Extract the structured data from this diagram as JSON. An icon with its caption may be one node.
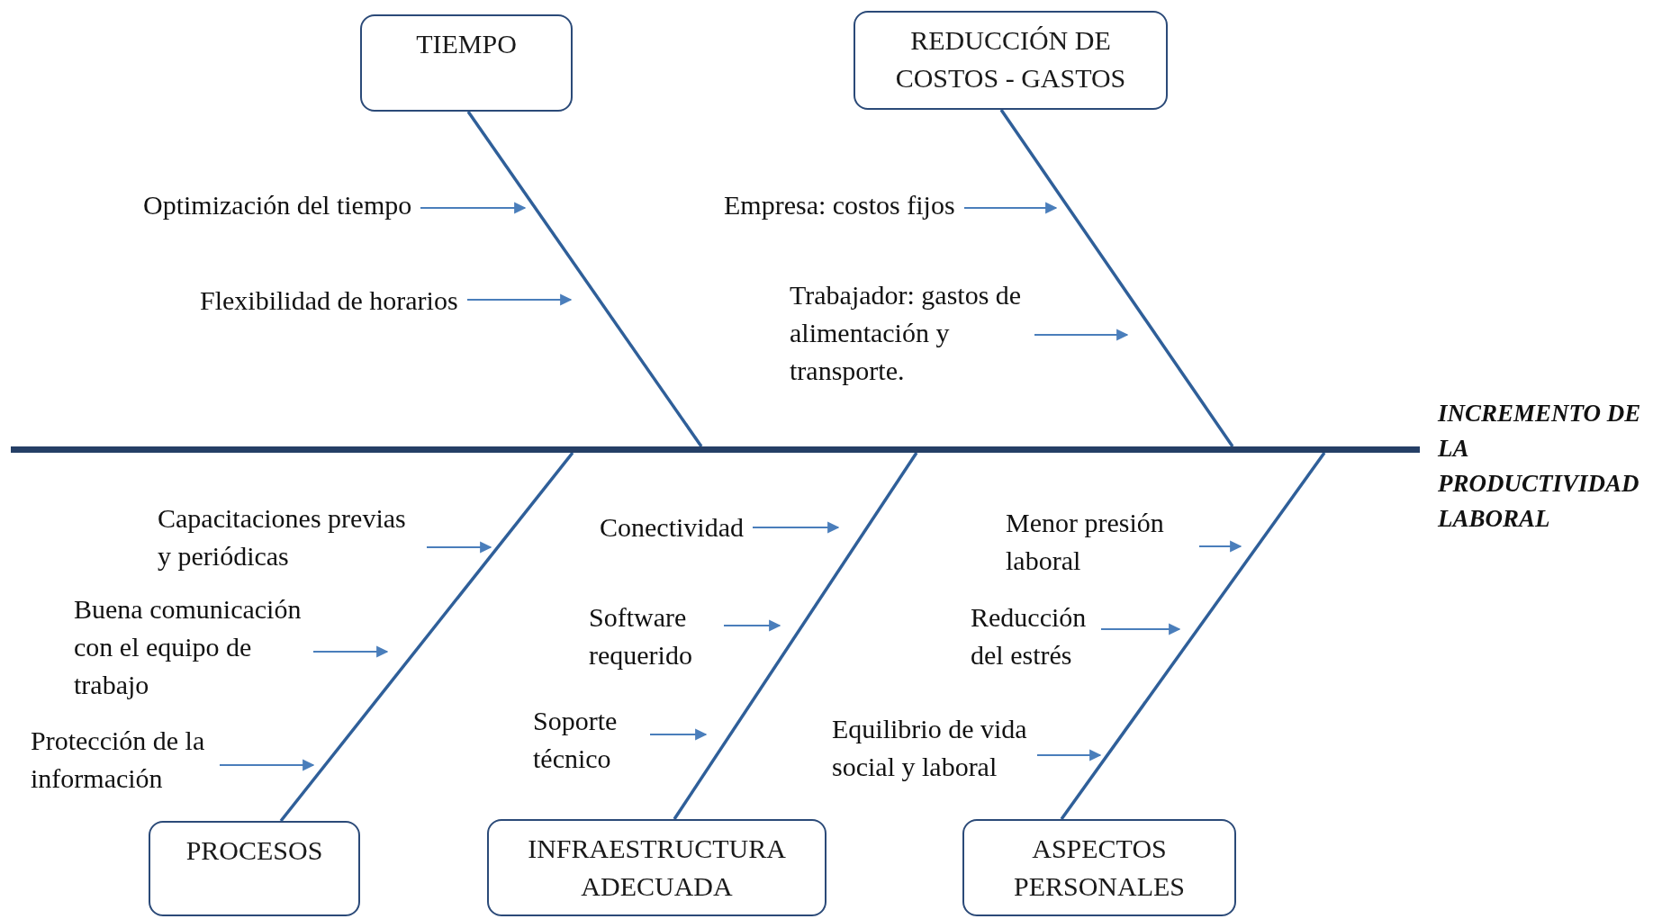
{
  "diagram": {
    "nodes": [
      {
        "text": [
          "TIEMPO"
        ]
      },
      {
        "text": [
          "REDUCCIÓN DE COSTOS - GASTOS"
        ]
      },
      {
        "text": [
          "Optimización del tiempo"
        ]
      },
      {
        "text": [
          "Flexibilidad de horarios"
        ]
      },
      {
        "text": [
          "Empresa: costos fijos"
        ]
      },
      {
        "text": [
          "Trabajador: gastos de alimentación y transporte."
        ]
      },
      {
        "text": [],
        "shape": "bar",
        "beside": [
          "INCREMENTO DE LA PRODUCTIVIDAD LABORAL"
        ]
      },
      {
        "text": [
          "Capacitaciones previas y periódicas"
        ]
      },
      {
        "text": [
          "Buena comunicación con el equipo de trabajo"
        ]
      },
      {
        "text": [
          "Protección de la información"
        ]
      },
      {
        "text": [
          "Conectividad"
        ]
      },
      {
        "text": [
          "Software requerido"
        ]
      },
      {
        "text": [
          "Soporte técnico"
        ]
      },
      {
        "text": [
          "Menor presión laboral"
        ]
      },
      {
        "text": [
          "Reducción del estrés"
        ]
      },
      {
        "text": [
          "Equilibrio de vida social y laboral"
        ]
      },
      {
        "text": [
          "PROCESOS"
        ]
      },
      {
        "text": [
          "INFRAESTRUCTURA ADECUADA"
        ]
      },
      {
        "text": [
          "ASPECTOS PERSONALES"
        ]
      }
    ],
    "edges": [
      {
        "from": 0,
        "to": 6,
        "arrow": "none",
        "color": "#2f5f99"
      },
      {
        "from": 1,
        "to": 6,
        "arrow": "none",
        "color": "#2f5f99"
      },
      {
        "from": 16,
        "to": 6,
        "arrow": "none",
        "color": "#2f5f99"
      },
      {
        "from": 17,
        "to": 6,
        "arrow": "none",
        "color": "#2f5f99"
      },
      {
        "from": 18,
        "to": 6,
        "arrow": "none",
        "color": "#2f5f99"
      },
      {
        "from": 2,
        "to": null,
        "arrow": "to"
      },
      {
        "from": 3,
        "to": null,
        "arrow": "to"
      },
      {
        "from": 4,
        "to": null,
        "arrow": "to"
      },
      {
        "from": 5,
        "to": null,
        "arrow": "to"
      },
      {
        "from": 7,
        "to": null,
        "arrow": "to"
      },
      {
        "from": 8,
        "to": null,
        "arrow": "to"
      },
      {
        "from": 9,
        "to": null,
        "arrow": "to"
      },
      {
        "from": 10,
        "to": null,
        "arrow": "to"
      },
      {
        "from": 11,
        "to": null,
        "arrow": "to"
      },
      {
        "from": 12,
        "to": null,
        "arrow": "to"
      },
      {
        "from": 13,
        "to": null,
        "arrow": "to"
      },
      {
        "from": 14,
        "to": null,
        "arrow": "to"
      },
      {
        "from": 15,
        "to": null,
        "arrow": "to"
      }
    ]
  }
}
